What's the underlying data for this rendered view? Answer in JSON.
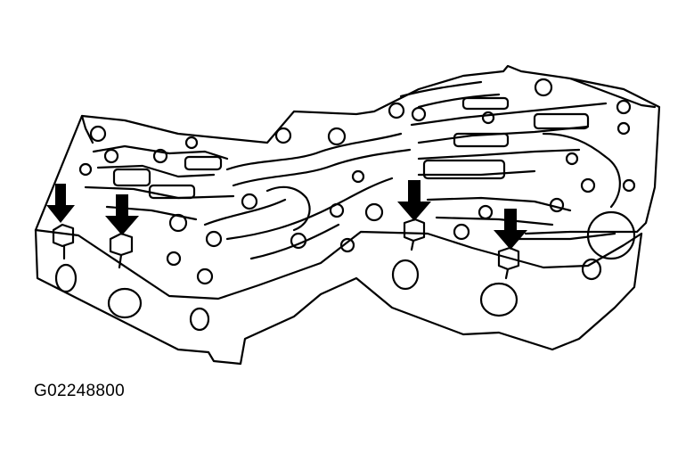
{
  "figure": {
    "caption": "G02248800",
    "subject": "valve-body",
    "arrow_count": 4
  },
  "colors": {
    "line": "#000000",
    "background": "#ffffff"
  }
}
